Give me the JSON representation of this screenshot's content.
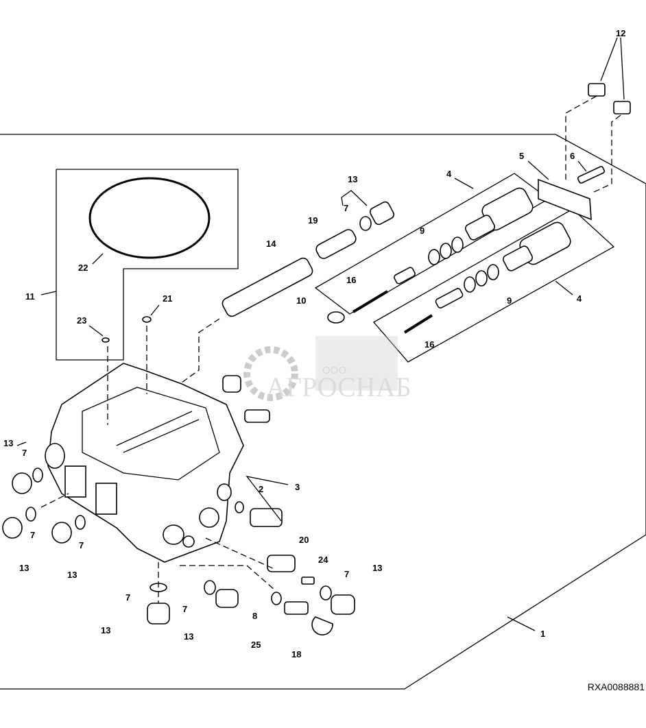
{
  "figure_id": "RXA0088881",
  "watermark": {
    "prefix": "ООО",
    "name": "АГРОСНАБ"
  },
  "callouts": [
    "12",
    "5",
    "6",
    "4",
    "13",
    "7",
    "19",
    "9",
    "14",
    "22",
    "16",
    "4",
    "9",
    "11",
    "21",
    "10",
    "23",
    "16",
    "13",
    "7",
    "3",
    "2",
    "7",
    "7",
    "13",
    "13",
    "20",
    "24",
    "7",
    "13",
    "7",
    "7",
    "8",
    "13",
    "13",
    "25",
    "18",
    "1"
  ]
}
